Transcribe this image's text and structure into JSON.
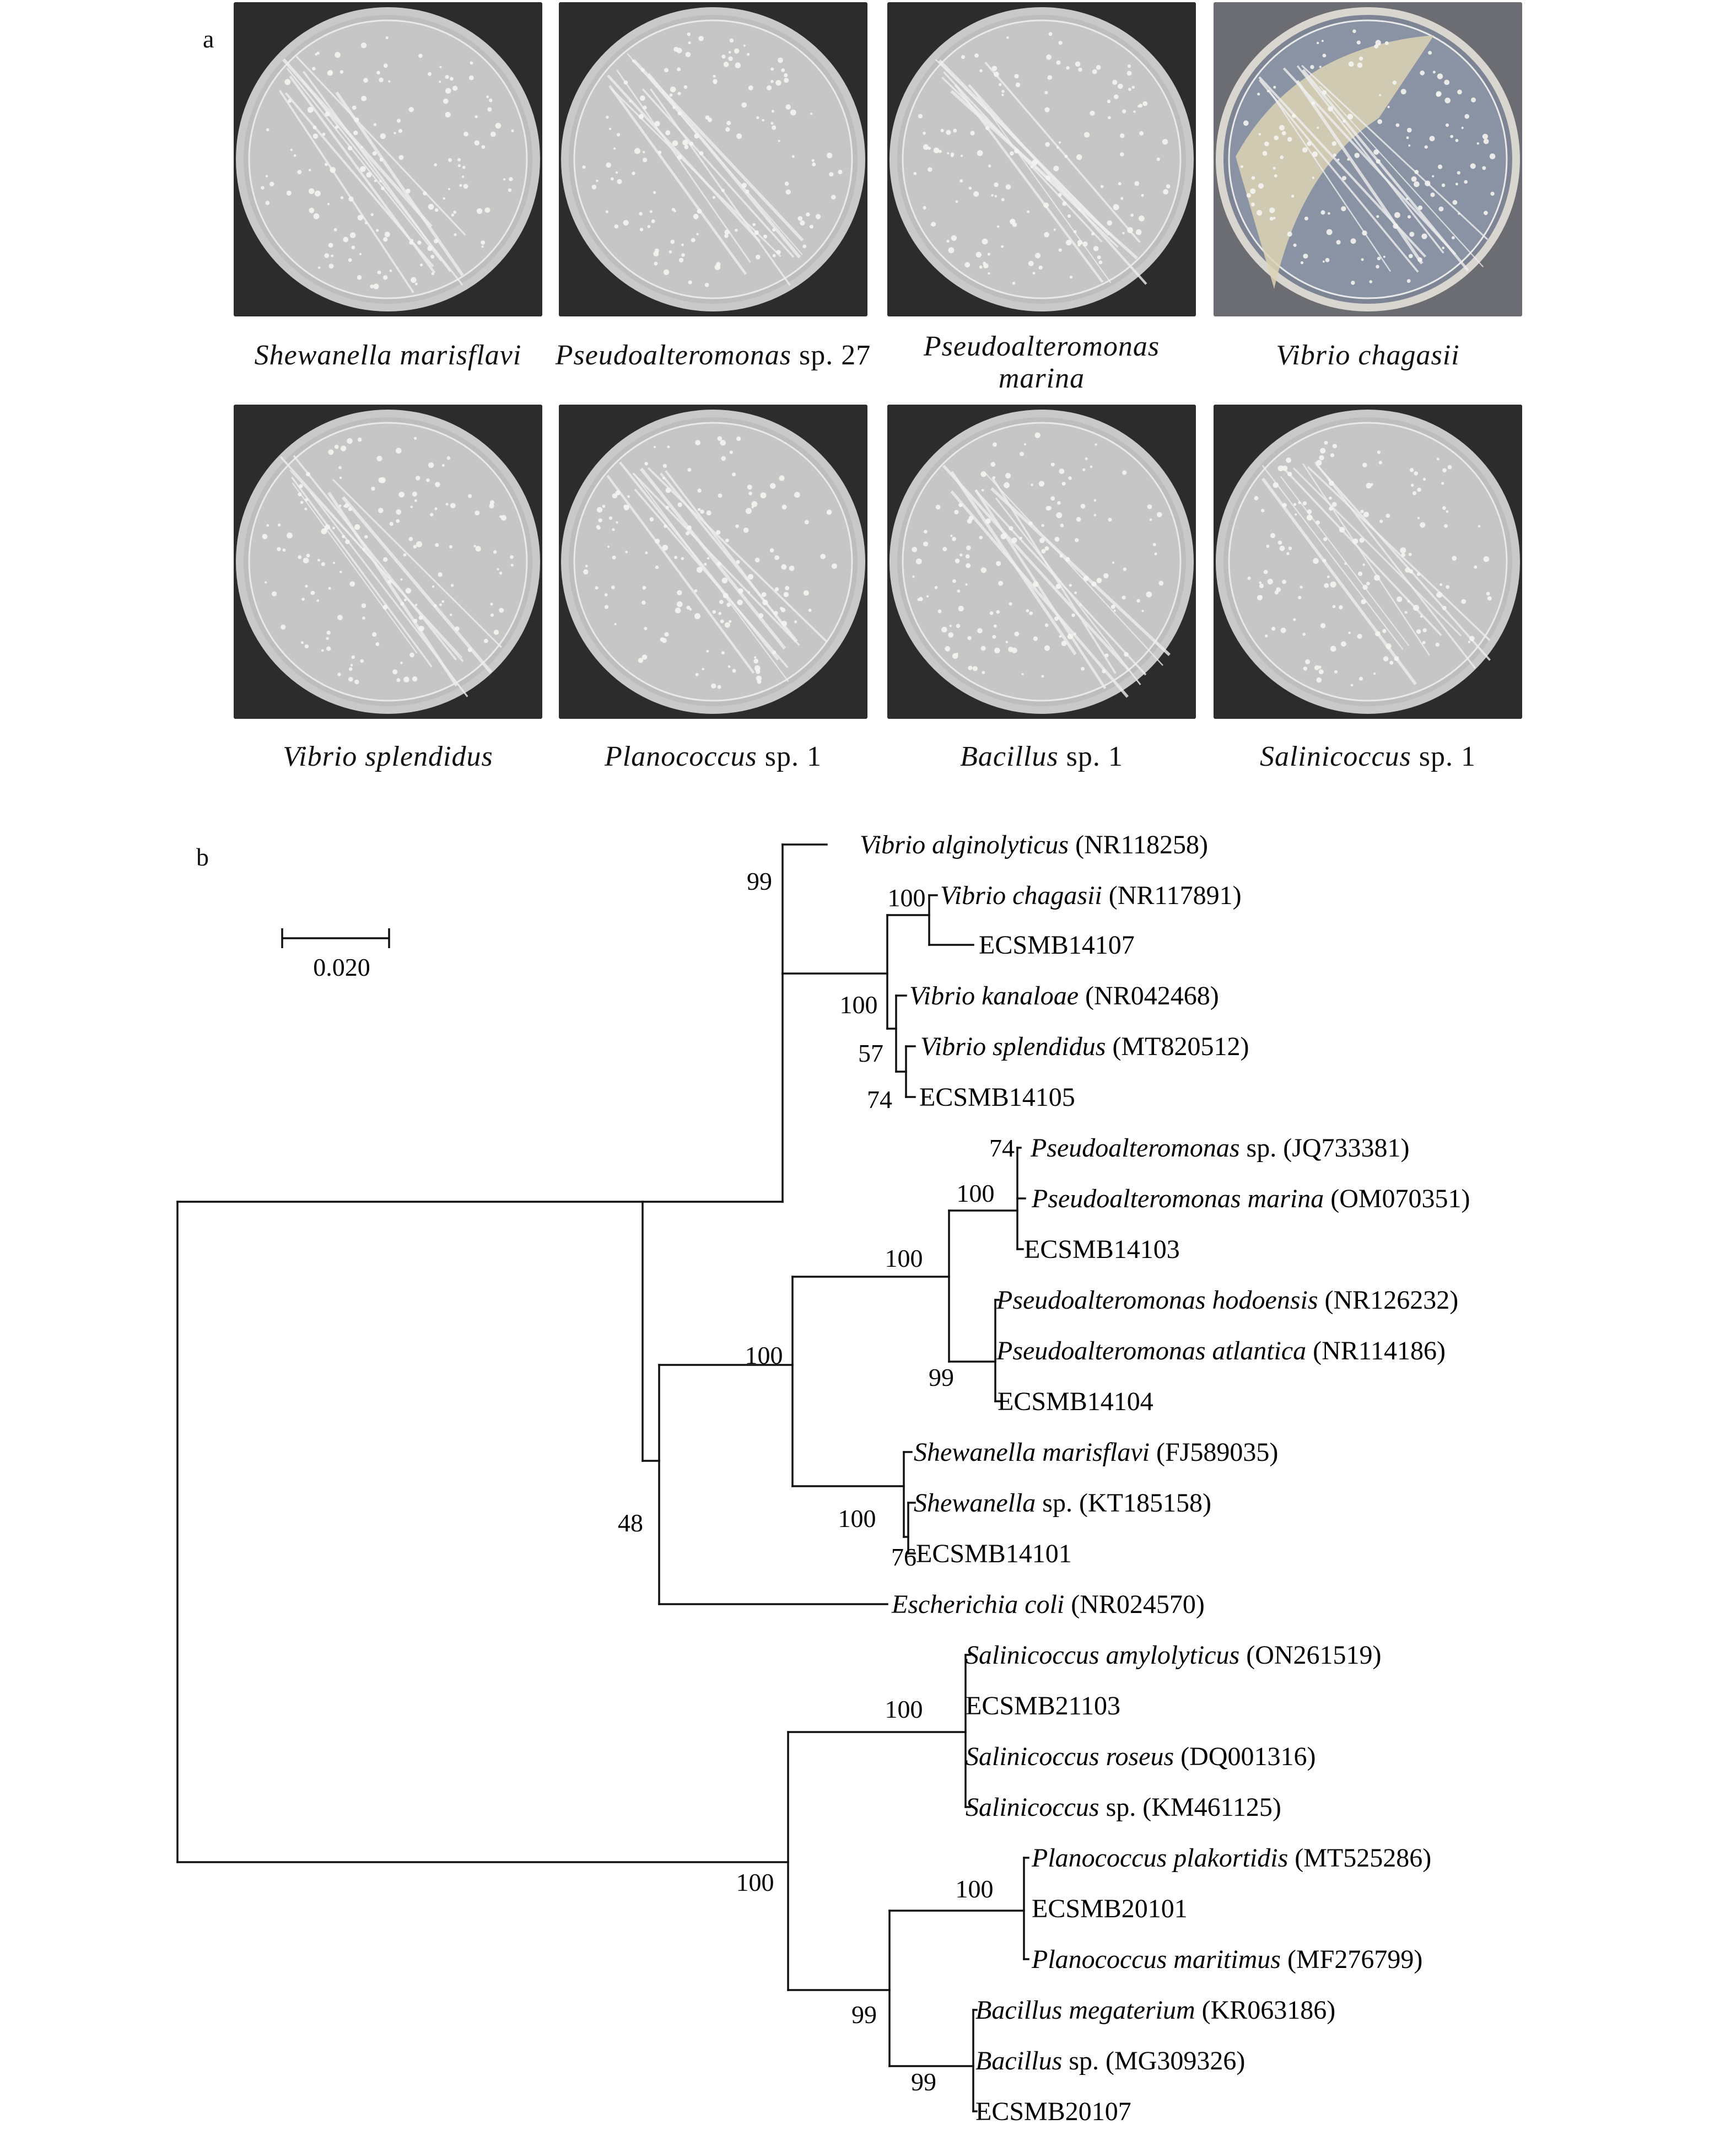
{
  "panel_a": {
    "letter": "a",
    "plates": [
      {
        "genus": "Shewanella marisflavi",
        "rest": "",
        "lines": 1
      },
      {
        "genus": "Pseudoalteromonas",
        "rest": " sp. 27",
        "lines": 1
      },
      {
        "genus": "Pseudoalteromonas",
        "rest": "",
        "genus2": "marina",
        "lines": 2
      },
      {
        "genus": "Vibrio chagasii",
        "rest": "",
        "lines": 1
      },
      {
        "genus": "Vibrio splendidus",
        "rest": "",
        "lines": 1
      },
      {
        "genus": "Planococcus",
        "rest": " sp. 1",
        "lines": 1
      },
      {
        "genus": "Bacillus",
        "rest": " sp. 1",
        "lines": 1
      },
      {
        "genus": "Salinicoccus",
        "rest": " sp. 1",
        "lines": 1
      }
    ]
  },
  "panel_b": {
    "letter": "b",
    "scale_label": "0.020",
    "leaves": [
      {
        "italic": "Vibrio alginolyticus",
        "plain": " (NR118258)"
      },
      {
        "italic": "Vibrio chagasii",
        "plain": " (NR117891)"
      },
      {
        "italic": "",
        "plain": "ECSMB14107"
      },
      {
        "italic": "Vibrio kanaloae",
        "plain": " (NR042468)"
      },
      {
        "italic": "Vibrio splendidus",
        "plain": " (MT820512)"
      },
      {
        "italic": "",
        "plain": "ECSMB14105"
      },
      {
        "italic": "Pseudoalteromonas",
        "plain": " sp. (JQ733381)"
      },
      {
        "italic": "Pseudoalteromonas marina",
        "plain": " (OM070351)"
      },
      {
        "italic": "",
        "plain": "ECSMB14103"
      },
      {
        "italic": "Pseudoalteromonas hodoensis",
        "plain": " (NR126232)"
      },
      {
        "italic": "Pseudoalteromonas atlantica",
        "plain": " (NR114186)"
      },
      {
        "italic": "",
        "plain": "ECSMB14104"
      },
      {
        "italic": "Shewanella marisflavi",
        "plain": " (FJ589035)"
      },
      {
        "italic": "Shewanella",
        "plain": " sp. (KT185158)"
      },
      {
        "italic": "",
        "plain": "ECSMB14101"
      },
      {
        "italic": "Escherichia coli",
        "plain": " (NR024570)"
      },
      {
        "italic": "Salinicoccus amylolyticus",
        "plain": " (ON261519)"
      },
      {
        "italic": "",
        "plain": "ECSMB21103"
      },
      {
        "italic": "Salinicoccus roseus",
        "plain": " (DQ001316)"
      },
      {
        "italic": "Salinicoccus",
        "plain": " sp. (KM461125)"
      },
      {
        "italic": "Planococcus plakortidis",
        "plain": " (MT525286)"
      },
      {
        "italic": "",
        "plain": "ECSMB20101"
      },
      {
        "italic": "Planococcus maritimus",
        "plain": " (MF276799)"
      },
      {
        "italic": "Bacillus megaterium",
        "plain": " (KR063186)"
      },
      {
        "italic": "Bacillus",
        "plain": " sp. (MG309326)"
      },
      {
        "italic": "",
        "plain": "ECSMB20107"
      }
    ],
    "bootstrap": [
      "99",
      "100",
      "100",
      "57",
      "74",
      "74",
      "100",
      "100",
      "100",
      "99",
      "100",
      "76",
      "48",
      "100",
      "100",
      "100",
      "99",
      "99"
    ]
  }
}
